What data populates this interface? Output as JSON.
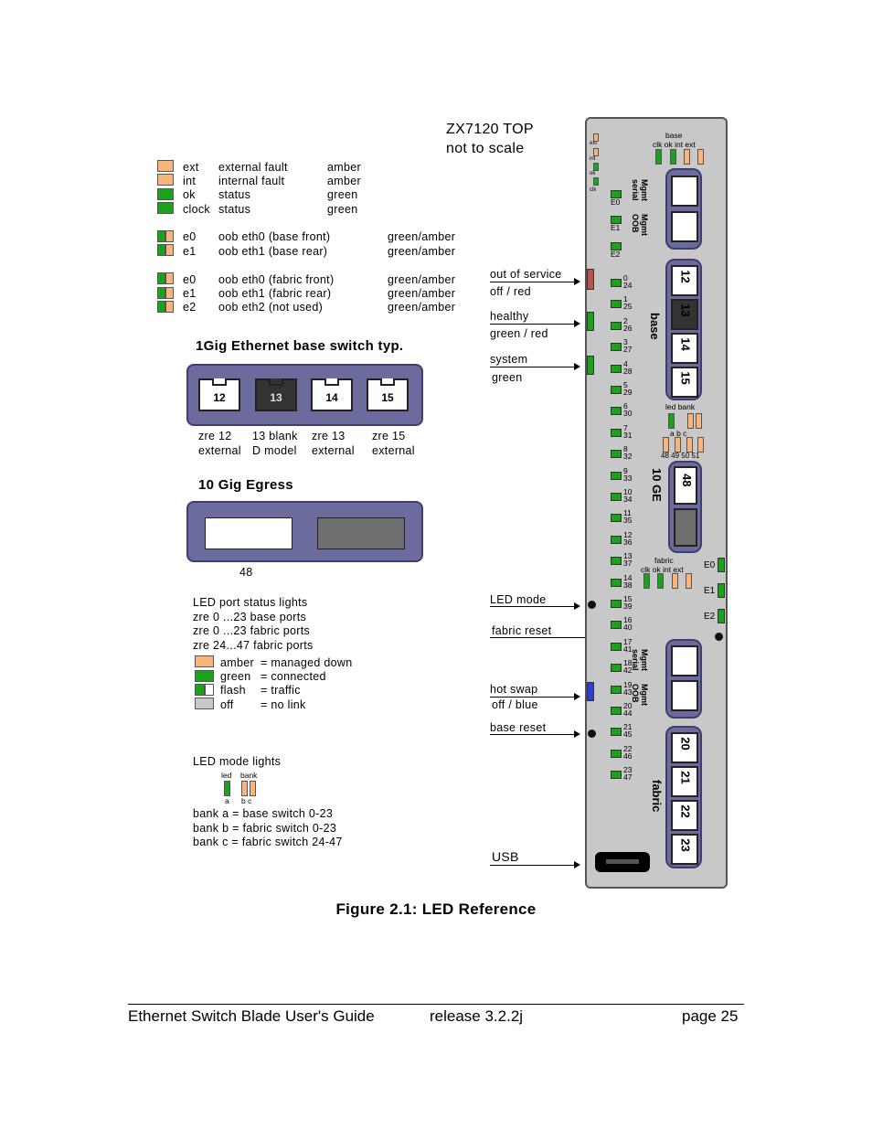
{
  "diagram": {
    "title_line1": "ZX7120     TOP",
    "title_line2": "not to scale",
    "legend_top": [
      {
        "code": "ext",
        "name": "external fault",
        "color": "amber"
      },
      {
        "code": "int",
        "name": "internal fault",
        "color": "amber"
      },
      {
        "code": "ok",
        "name": "status",
        "color": "green"
      },
      {
        "code": "clock",
        "name": "status",
        "color": "green"
      }
    ],
    "legend_oob_base": [
      {
        "code": "e0",
        "name": "oob eth0 (base front)",
        "color": "green/amber"
      },
      {
        "code": "e1",
        "name": "oob eth1 (base rear)",
        "color": "green/amber"
      }
    ],
    "legend_oob_fabric": [
      {
        "code": "e0",
        "name": "oob eth0 (fabric front)",
        "color": "green/amber"
      },
      {
        "code": "e1",
        "name": "oob eth1 (fabric rear)",
        "color": "green/amber"
      },
      {
        "code": "e2",
        "name": "oob eth2 (not used)",
        "color": "green/amber"
      }
    ],
    "gig_title": "1Gig Ethernet base switch typ.",
    "gig_ports": [
      "12",
      "13",
      "14",
      "15"
    ],
    "gig_captions": [
      {
        "line1": "zre 12",
        "line2": "external"
      },
      {
        "line1": "13 blank",
        "line2": "D model"
      },
      {
        "line1": "zre 13",
        "line2": "external"
      },
      {
        "line1": "zre 15",
        "line2": "external"
      }
    ],
    "egress_title": "10 Gig Egress",
    "egress_port": "48",
    "led_status_title": "LED port status lights",
    "led_status_lines": [
      {
        "a": "zre  0  ...23  base  ports"
      },
      {
        "a": "zre  0  ...23 fabric ports"
      },
      {
        "a": "zre  24...47 fabric ports"
      }
    ],
    "led_status_legend": [
      {
        "name": "amber",
        "meaning": "= managed down"
      },
      {
        "name": "green",
        "meaning": "= connected"
      },
      {
        "name": "flash",
        "meaning": "= traffic"
      },
      {
        "name": "off",
        "meaning": "= no link"
      }
    ],
    "led_mode_title": "LED mode lights",
    "led_mode_small": {
      "led": "led",
      "bank": "bank",
      "a": "a",
      "bc": "b c"
    },
    "bank_lines": [
      "bank a = base switch 0-23",
      "bank b = fabric switch 0-23",
      "bank c = fabric switch 24-47"
    ],
    "callouts": [
      {
        "line1": "out of service",
        "line2": "off / red"
      },
      {
        "line1": "healthy",
        "line2": "green / red"
      },
      {
        "line1": "system",
        "line2": "green"
      },
      {
        "line1": "LED mode",
        "line2": ""
      },
      {
        "line1": "fabric reset",
        "line2": ""
      },
      {
        "line1": "hot swap",
        "line2": "off / blue"
      },
      {
        "line1": "base reset",
        "line2": ""
      },
      {
        "line1": "USB",
        "line2": ""
      }
    ],
    "blade": {
      "top_leds": [
        "ext",
        "int",
        "ok",
        "clk"
      ],
      "base_label": "base",
      "base_top": "clk ok  int  ext",
      "mgmt_serial": "Mgmt serial",
      "mgmt_oob": "Mgmt OOB",
      "e_labels": [
        "E0",
        "E1",
        "E2"
      ],
      "port_pairs": [
        [
          "0",
          "24"
        ],
        [
          "1",
          "25"
        ],
        [
          "2",
          "26"
        ],
        [
          "3",
          "27"
        ],
        [
          "4",
          "28"
        ],
        [
          "5",
          "29"
        ],
        [
          "6",
          "30"
        ],
        [
          "7",
          "31"
        ],
        [
          "8",
          "32"
        ],
        [
          "9",
          "33"
        ],
        [
          "10",
          "34"
        ],
        [
          "11",
          "35"
        ],
        [
          "12",
          "36"
        ],
        [
          "13",
          "37"
        ],
        [
          "14",
          "38"
        ],
        [
          "15",
          "39"
        ],
        [
          "16",
          "40"
        ],
        [
          "17",
          "41"
        ],
        [
          "18",
          "42"
        ],
        [
          "19",
          "43"
        ],
        [
          "20",
          "44"
        ],
        [
          "21",
          "45"
        ],
        [
          "22",
          "46"
        ],
        [
          "23",
          "47"
        ]
      ],
      "base_ports": [
        "12",
        "13",
        "14",
        "15"
      ],
      "base_side": "base",
      "led_bank": "led  bank",
      "abc": "a      b  c",
      "nums_48": "48 49 50 51",
      "ten_ge_port": "48",
      "ten_ge": "10 GE",
      "fabric_top": "fabric",
      "fabric_leds": "clk ok  int  ext",
      "right_e": [
        "E0",
        "E1",
        "E2"
      ],
      "fabric_ports": [
        "20",
        "21",
        "22",
        "23"
      ],
      "fabric_side": "fabric"
    }
  },
  "caption": "Figure 2.1: LED Reference",
  "footer": {
    "title": "Ethernet Switch Blade User's Guide",
    "release": "release  3.2.2j",
    "page": "page 25"
  },
  "colors": {
    "amber": "#f8b47a",
    "green": "#1aa31a",
    "panel": "#6b6b9e",
    "red": "#c0504d",
    "blue": "#2a3fd6"
  }
}
